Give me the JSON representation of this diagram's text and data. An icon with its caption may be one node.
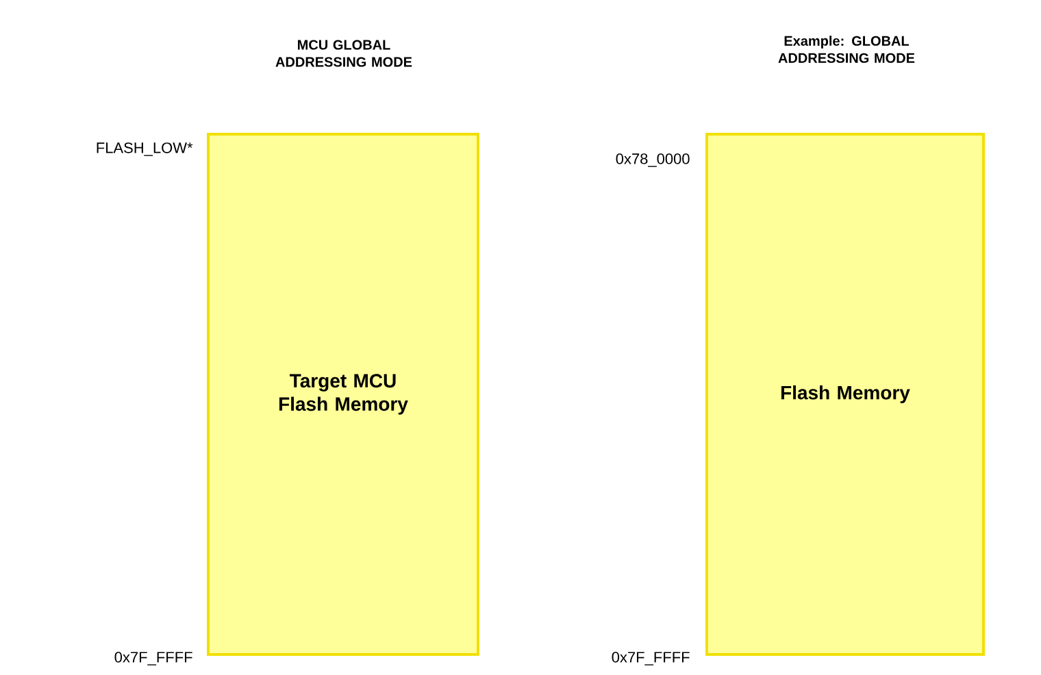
{
  "diagram": {
    "nodes": [
      {
        "text": [
          "Target MCU Flash Memory"
        ]
      },
      {
        "text": [
          "Flash Memory"
        ]
      }
    ],
    "labels": [
      "MCU GLOBAL ADDRESSING MODE",
      "Example: GLOBAL ADDRESSING MODE",
      "FLASH_LOW*",
      "0x78_0000",
      "0x7F_FFFF",
      "0x7F_FFFF"
    ]
  }
}
